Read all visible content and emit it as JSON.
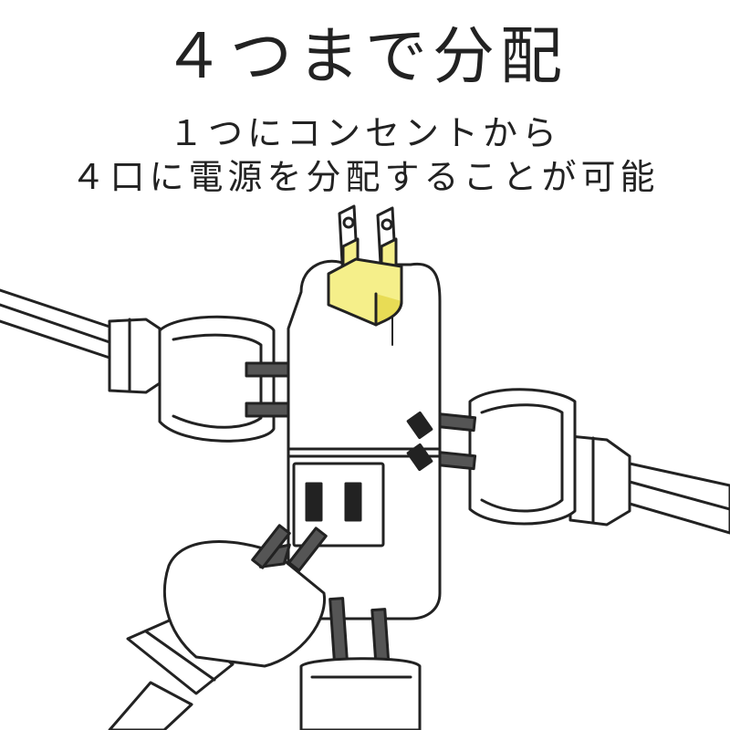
{
  "heading": {
    "title": "４つまで分配",
    "line1": "１つにコンセントから",
    "line2": "４口に電源を分配することが可能"
  },
  "colors": {
    "outline": "#222222",
    "body": "#ffffff",
    "plug_highlight": "#f5ef8a",
    "plug_highlight_dark": "#e8dc55",
    "cord": "#ffffff"
  },
  "illustration": {
    "subject": "power-strip-tap",
    "icons": [
      "power-tap-icon",
      "wall-plug-icon",
      "cord-plug-icon"
    ]
  }
}
